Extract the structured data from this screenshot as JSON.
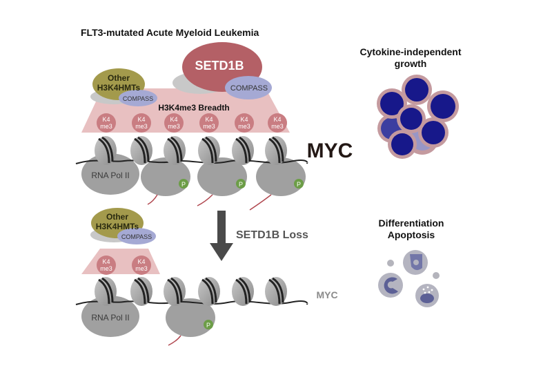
{
  "title": "FLT3-mutated Acute Myeloid Leukemia",
  "top": {
    "setd1b": "SETD1B",
    "compass": "COMPASS",
    "other_line1": "Other",
    "other_line2": "H3K4HMTs",
    "other_compass": "COMPASS",
    "breadth": "H3K4me3 Breadth",
    "k4_line1": "K4",
    "k4_line2": "me3",
    "gene": "MYC",
    "pol": "RNA Pol II",
    "p": "P",
    "right_line1": "Cytokine-independent",
    "right_line2": "growth"
  },
  "transition": {
    "label": "SETD1B Loss"
  },
  "bottom": {
    "other_line1": "Other",
    "other_line2": "H3K4HMTs",
    "other_compass": "COMPASS",
    "k4_line1": "K4",
    "k4_line2": "me3",
    "gene": "MYC",
    "pol": "RNA Pol II",
    "p": "P",
    "right_line1": "Differentiation",
    "right_line2": "Apoptosis"
  },
  "colors": {
    "setd1b": "#b46066",
    "compass": "#a5a9d4",
    "other": "#a39a4c",
    "k4me3": "#c97d82",
    "breadth": "#e8c0c1",
    "nucleosome": "#9b9b9b",
    "polii": "#a0a0a0",
    "phospho": "#6c9d47",
    "rna": "#b0464e",
    "cell_dark": "#17188a",
    "cell_ring": "#c49a9f",
    "arrow": "#4a4a4a"
  }
}
